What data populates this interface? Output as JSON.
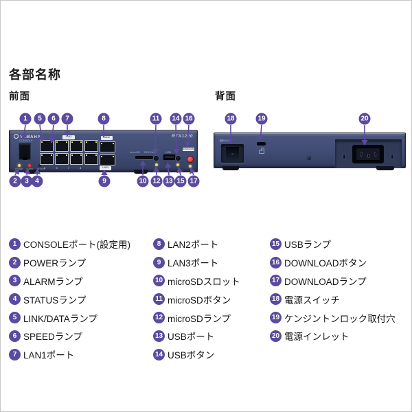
{
  "page": {
    "title": "各部名称"
  },
  "sections": {
    "front": "前面",
    "back": "背面"
  },
  "device_front": {
    "brand": "YAMAHA",
    "model": "RTX1220",
    "console_label": "CONSOLE",
    "led_power": "POWER",
    "led_alarm": "ALARM",
    "led_status": "STATUS",
    "lan1_label": "LAN1",
    "lan2_label": "LAN2",
    "lan3_label": "LAN3",
    "port_numbers": "5 6 7 8",
    "microsd_label": "microSD",
    "release_label": "RELEASE",
    "usb_label": "USB",
    "download_label": "DOWNLOAD"
  },
  "device_back": {
    "standby_label": "STANDBY",
    "on_label": "ON",
    "standby_symbol": "◯",
    "on_symbol": "|"
  },
  "colors": {
    "callout_purple": "#5b4a9e",
    "panel_navy": "#404c73",
    "alarm_red": "#ff3526",
    "power_yellow": "#ffd94f",
    "download_red": "#d71e10"
  },
  "legend": {
    "items": [
      {
        "num": "1",
        "label": "CONSOLEポート(設定用)"
      },
      {
        "num": "2",
        "label": "POWERランプ"
      },
      {
        "num": "3",
        "label": "ALARMランプ"
      },
      {
        "num": "4",
        "label": "STATUSランプ"
      },
      {
        "num": "5",
        "label": "LINK/DATAランプ"
      },
      {
        "num": "6",
        "label": "SPEEDランプ"
      },
      {
        "num": "7",
        "label": "LAN1ポート"
      },
      {
        "num": "8",
        "label": "LAN2ポート"
      },
      {
        "num": "9",
        "label": "LAN3ポート"
      },
      {
        "num": "10",
        "label": "microSDスロット"
      },
      {
        "num": "11",
        "label": "microSDボタン"
      },
      {
        "num": "12",
        "label": "microSDランプ"
      },
      {
        "num": "13",
        "label": "USBポート"
      },
      {
        "num": "14",
        "label": "USBボタン"
      },
      {
        "num": "15",
        "label": "USBランプ"
      },
      {
        "num": "16",
        "label": "DOWNLOADボタン"
      },
      {
        "num": "17",
        "label": "DOWNLOADランプ"
      },
      {
        "num": "18",
        "label": "電源スイッチ"
      },
      {
        "num": "19",
        "label": "ケンジントンロック取付穴"
      },
      {
        "num": "20",
        "label": "電源インレット"
      }
    ]
  }
}
